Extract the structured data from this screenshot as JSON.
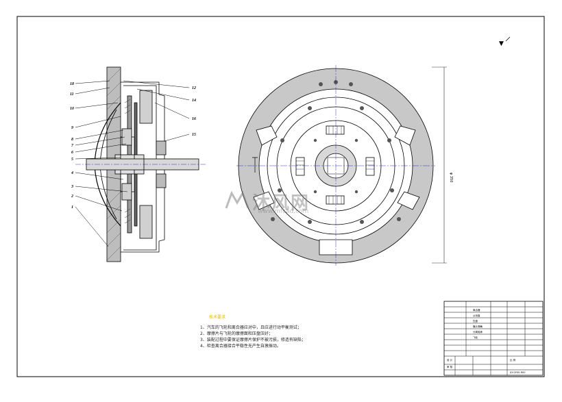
{
  "diagram": {
    "callouts_left": [
      "18",
      "11",
      "10",
      "9",
      "8",
      "7",
      "6",
      "5",
      "4",
      "3",
      "2",
      "1"
    ],
    "callouts_right": [
      "12",
      "14",
      "16",
      "15"
    ],
    "corner_mark": "▼",
    "dimension_label": "φ 350"
  },
  "notes": {
    "title": "技术要求",
    "items": [
      "1、汽车的飞轮和离合器应对中，且应进行动平衡测试；",
      "2、摩擦片与飞轮的摩擦面和压盘压好；",
      "3、装配过程中要保证摩擦片保护不被污损，修造有缺陷；",
      "4、检查离合器接合平稳性无产生自激振动。"
    ]
  },
  "title_block": {
    "drawing_number": "JLY-0Y00-R00",
    "labels": [
      "离合器",
      "从动盘",
      "压盘",
      "膜片弹簧",
      "分离轴承",
      "飞轮",
      "设 计",
      "审 核",
      "比 例"
    ]
  },
  "watermark": {
    "main": "沐风网",
    "sub": "www.mfcad.com"
  },
  "colors": {
    "line": "#000000",
    "center_line": "#0000cc",
    "note_title": "#e8b800",
    "watermark": "#888888"
  }
}
